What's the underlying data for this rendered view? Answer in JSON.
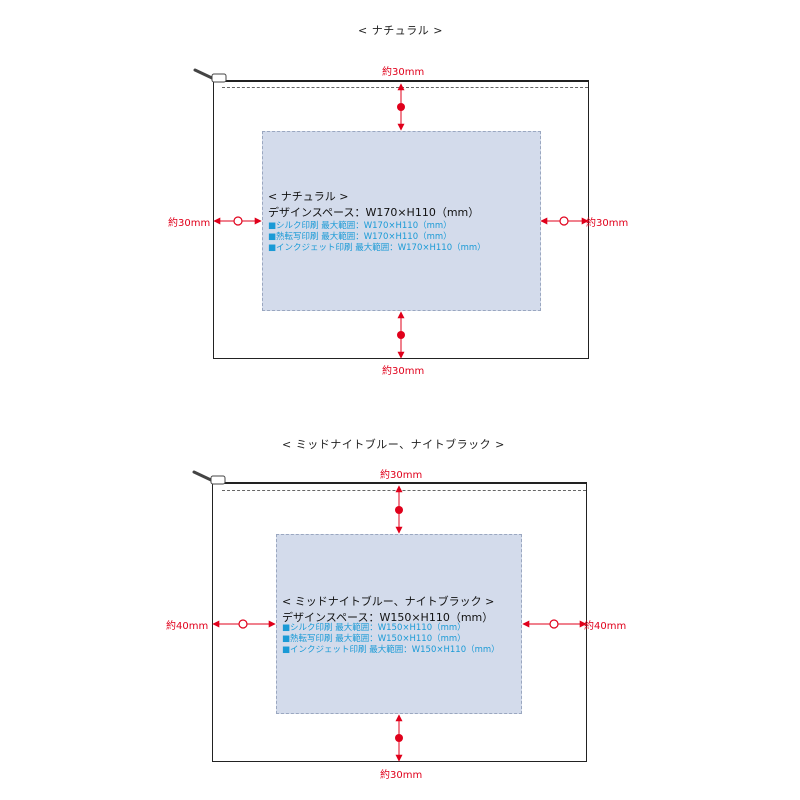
{
  "colors": {
    "measure": "#e0001b",
    "design_fill": "#d3dbeb",
    "spec_text": "#1a9ad6"
  },
  "sections": [
    {
      "title": "< ナチュラル >",
      "design": {
        "heading": "< ナチュラル >",
        "space": "デザインスペース：W170×H110（mm）",
        "specs": [
          "■シルク印刷 最大範囲：W170×H110（mm）",
          "■熱転写印刷 最大範囲：W170×H110（mm）",
          "■インクジェット印刷 最大範囲：W170×H110（mm）"
        ]
      },
      "margins": {
        "top": "約30mm",
        "bottom": "約30mm",
        "left": "約30mm",
        "right": "約30mm"
      }
    },
    {
      "title": "< ミッドナイトブルー、ナイトブラック >",
      "design": {
        "heading": "< ミッドナイトブルー、ナイトブラック >",
        "space": "デザインスペース：W150×H110（mm）",
        "specs": [
          "■シルク印刷 最大範囲：W150×H110（mm）",
          "■熱転写印刷 最大範囲：W150×H110（mm）",
          "■インクジェット印刷 最大範囲：W150×H110（mm）"
        ]
      },
      "margins": {
        "top": "約30mm",
        "bottom": "約30mm",
        "left": "約40mm",
        "right": "約40mm"
      }
    }
  ]
}
